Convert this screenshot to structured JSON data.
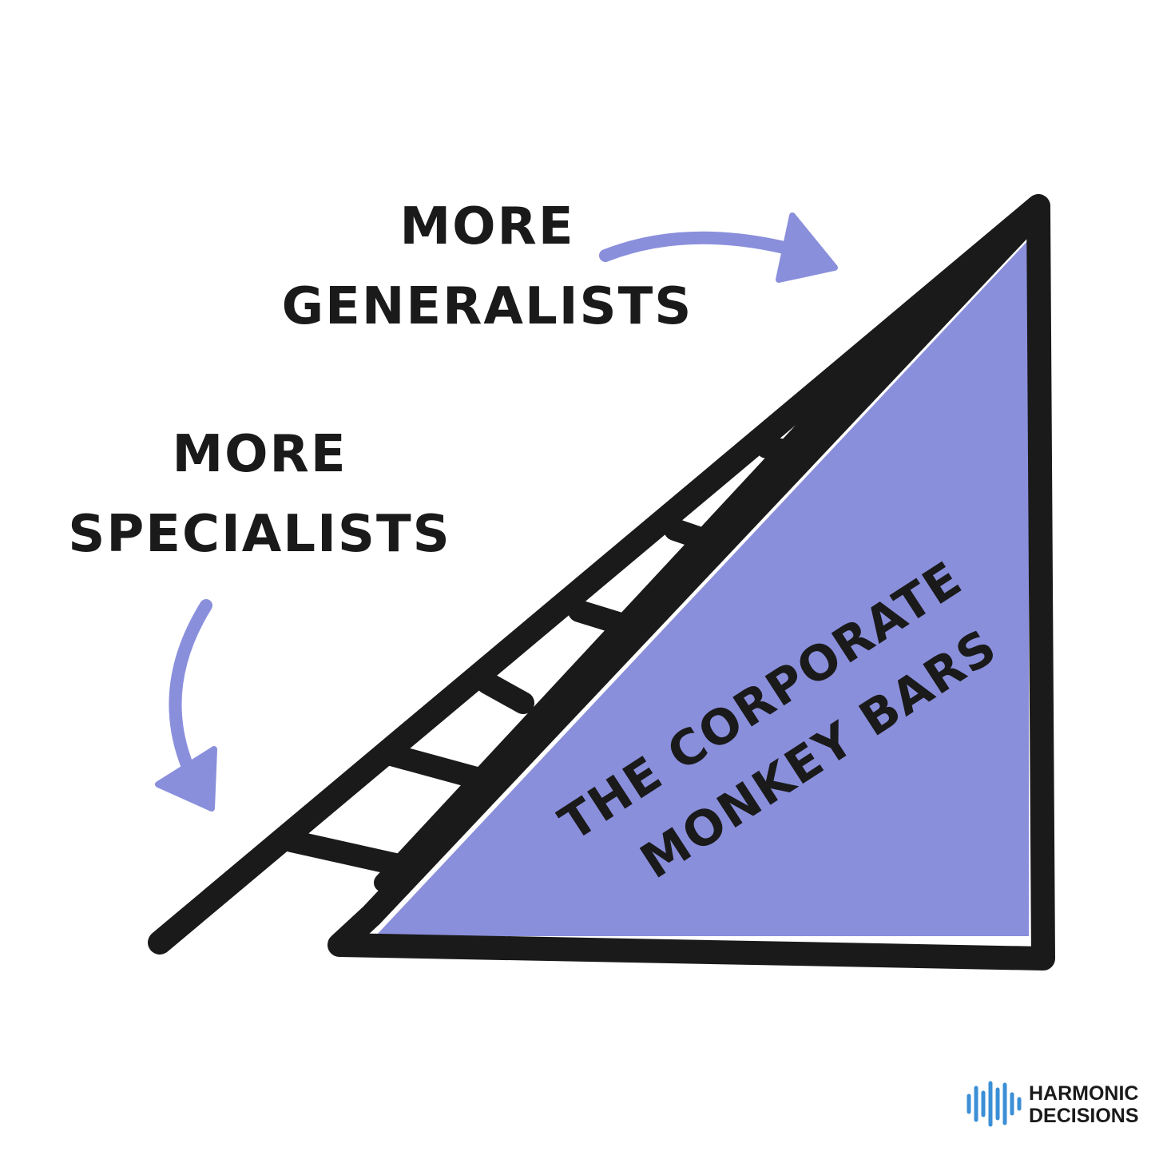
{
  "labels": {
    "generalists": {
      "line1": "MORE",
      "line2": "GENERALISTS"
    },
    "specialists": {
      "line1": "MORE",
      "line2": "SPECIALISTS"
    },
    "triangle": {
      "line1": "THE CORPORATE",
      "line2": "MONKEY BARS"
    }
  },
  "logo": {
    "line1": "HARMONIC",
    "line2": "DECISIONS",
    "icon": "soundwave-icon",
    "color": "#3b8fd6"
  },
  "colors": {
    "triangle_fill": "#8a8fdc",
    "arrow": "#8a8fdc",
    "stroke": "#1a1a1a"
  }
}
